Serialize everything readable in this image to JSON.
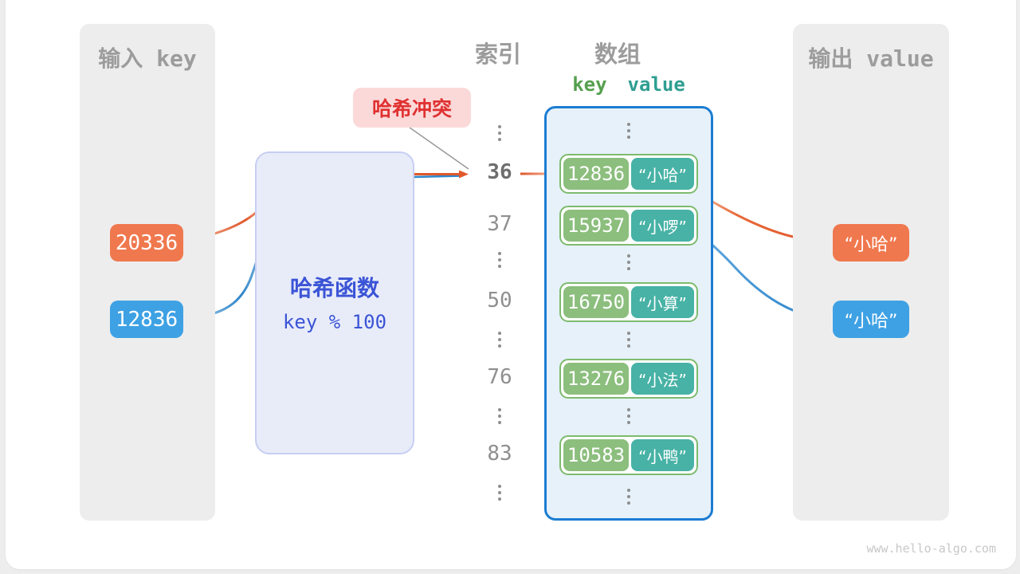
{
  "input_panel": {
    "title": "输入 key",
    "keys": [
      {
        "value": "20336",
        "color": "orange"
      },
      {
        "value": "12836",
        "color": "blue"
      }
    ]
  },
  "hash_function": {
    "title": "哈希函数",
    "formula": "key % 100"
  },
  "collision_label": {
    "text": "哈希冲突"
  },
  "headers": {
    "index": "索引",
    "array": "数组"
  },
  "index_column": {
    "values": [
      "36",
      "37",
      "50",
      "76",
      "83"
    ],
    "highlighted": "36"
  },
  "array": {
    "key_header": "key",
    "value_header": "value",
    "pairs": [
      {
        "key": "12836",
        "value": "“小哈”"
      },
      {
        "key": "15937",
        "value": "“小啰”"
      },
      {
        "key": "16750",
        "value": "“小算”"
      },
      {
        "key": "13276",
        "value": "“小法”"
      },
      {
        "key": "10583",
        "value": "“小鸭”"
      }
    ]
  },
  "output_panel": {
    "title": "输出 value",
    "values": [
      {
        "text": "“小哈”",
        "color": "orange"
      },
      {
        "text": "“小哈”",
        "color": "blue"
      }
    ]
  },
  "watermark": {
    "text": "www.hello-algo.com"
  },
  "colors": {
    "orange": "#F0784E",
    "blue": "#3EA1E4",
    "key_green": "#8CBE7D",
    "value_teal": "#47B2A5",
    "hash_blue": "#3B54D6",
    "array_border": "#1C7DD2",
    "collision_red": "#E03131",
    "panel_gray": "#EDEDED"
  }
}
